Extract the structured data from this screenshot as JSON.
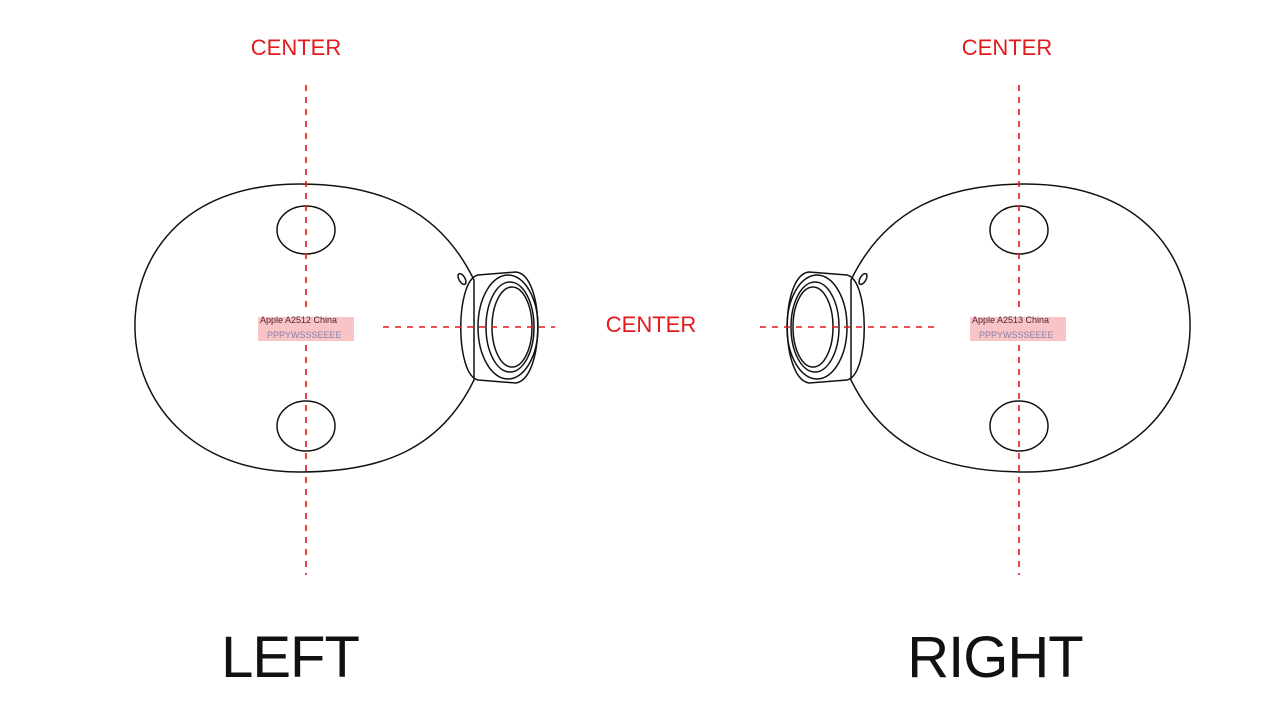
{
  "labels": {
    "center_left": "CENTER",
    "center_right": "CENTER",
    "center_middle": "CENTER",
    "left": "LEFT",
    "right": "RIGHT"
  },
  "left_unit": {
    "model": "Apple A2512 China",
    "serial": "PPPYWSSSEEEE"
  },
  "right_unit": {
    "model": "Apple A2513 China",
    "serial": "PPPYWSSSEEEE"
  },
  "colors": {
    "accent": "#e3191c",
    "label_bg": "#f8c4c6"
  }
}
